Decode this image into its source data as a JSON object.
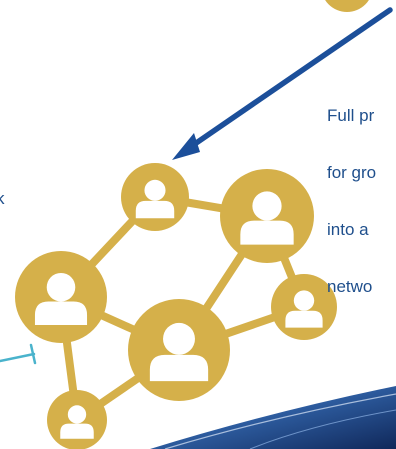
{
  "labels": {
    "right_line1": "Full pr",
    "right_line2": "for gro",
    "right_line3": "into a",
    "right_line4": "netwo",
    "left_fragment": "k"
  },
  "colors": {
    "node_gold": "#d5b04a",
    "arrow_blue": "#1c4f9a",
    "text_blue": "#1f4f8c",
    "accent_cyan": "#4ab3cc",
    "figure_white": "#ffffff",
    "banner_dark": "#1d3f7a"
  },
  "icons": {
    "person": "person-silhouette-icon",
    "arrow": "arrow-head-icon"
  }
}
